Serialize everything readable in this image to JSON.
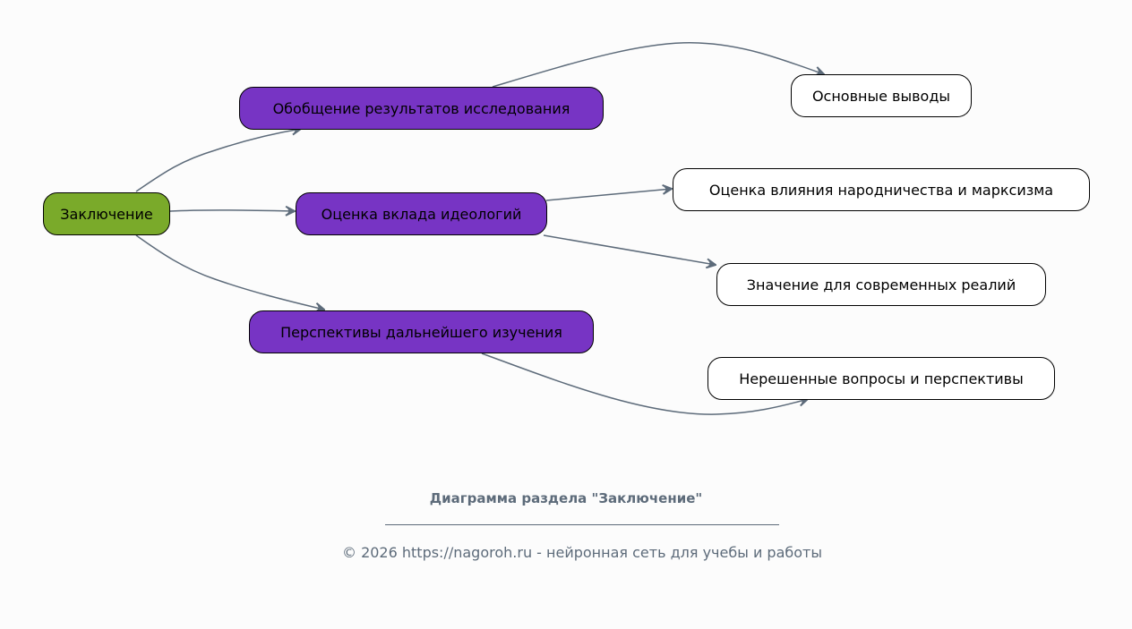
{
  "diagram": {
    "root": "Заключение",
    "branches": [
      {
        "label": "Обобщение результатов исследования",
        "children": [
          "Основные выводы"
        ]
      },
      {
        "label": "Оценка вклада идеологий",
        "children": [
          "Оценка влияния народничества и марксизма",
          "Значение для современных реалий"
        ]
      },
      {
        "label": "Перспективы дальнейшего изучения",
        "children": [
          "Нерешенные вопросы и перспективы"
        ]
      }
    ],
    "colors": {
      "root": "#7aaa2a",
      "branch": "#7734c4",
      "leaf": "#ffffff",
      "edge": "#5d6b7a"
    }
  },
  "caption": {
    "title": "Диаграмма раздела \"Заключение\"",
    "footer": "© 2026 https://nagoroh.ru - нейронная сеть для учебы и работы"
  }
}
